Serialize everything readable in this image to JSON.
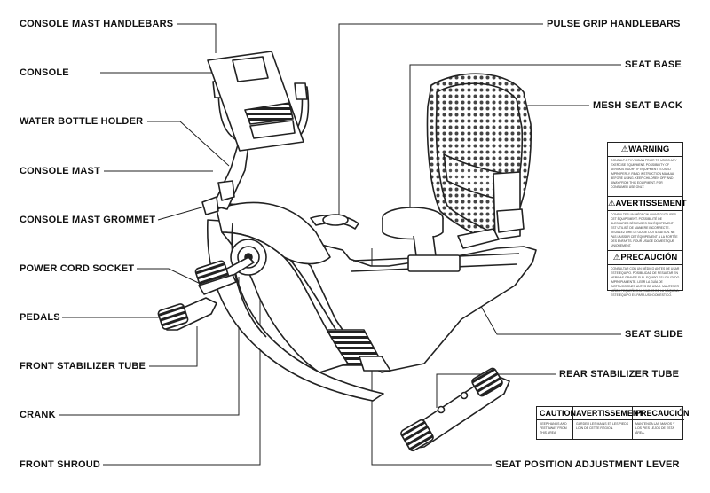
{
  "labels": {
    "console_mast_handlebars": "CONSOLE MAST HANDLEBARS",
    "console": "CONSOLE",
    "water_bottle_holder": "WATER BOTTLE HOLDER",
    "console_mast": "CONSOLE MAST",
    "console_mast_grommet": "CONSOLE MAST GROMMET",
    "power_cord_socket": "POWER CORD SOCKET",
    "pedals": "PEDALS",
    "front_stabilizer_tube": "FRONT STABILIZER TUBE",
    "crank": "CRANK",
    "front_shroud": "FRONT SHROUD",
    "pulse_grip_handlebars": "PULSE GRIP HANDLEBARS",
    "seat_base": "SEAT BASE",
    "mesh_seat_back": "MESH SEAT BACK",
    "seat_slide": "SEAT SLIDE",
    "rear_stabilizer_tube": "REAR STABILIZER TUBE",
    "seat_position_adjustment_lever": "SEAT POSITION ADJUSTMENT LEVER"
  },
  "warning_label": {
    "warning": "WARNING",
    "warning_text": "CONSULT A PHYSICIAN PRIOR TO USING ANY EXERCISE EQUIPMENT. POSSIBILITY OF SERIOUS INJURY IF EQUIPMENT IS USED IMPROPERLY. READ INSTRUCTION MANUAL BEFORE USING. KEEP CHILDREN OFF AND AWAY FROM THIS EQUIPMENT. FOR CONSUMER USE ONLY.",
    "avertissement": "AVERTISSEMENT",
    "avertissement_text": "CONSULTER UN MÉDECIN AVANT D'UTILISER CET ÉQUIPEMENT. POSSIBILITÉ DE BLESSURES SÉRIEUSES SI L'ÉQUIPEMENT EST UTILISÉ DE MANIÈRE INCORRECTE. VEUILLEZ LIRE LE GUIDE D'UTILISATION. NE PAS LAISSER CET ÉQUIPEMENT À LA PORTÉE DES ENFANTS. POUR USAGE DOMESTIQUE UNIQUEMENT.",
    "precaucion": "PRECAUCIÓN",
    "precaucion_text": "CONSULTAR CON UN MÉDICO ANTES DE USAR ESTE EQUIPO. POSIBILIDAD DE RESULTAR EN HERIDAS GRAVES SI EL EQUIPO ES UTILIZADO IMPROPIAMENTE. LEER LA GUÍA DE INSTRUCCIONES ANTES DE USAR. MANTENER NIÑOS PEQUEÑOS ALEJADOS DE LA MÁQUINA. ESTE EQUIPO ES PARA USO DOMÉSTICO."
  },
  "caution_table": {
    "caution": "CAUTION",
    "caution_text": "KEEP HANDS AND FEET AWAY FROM THIS AREA.",
    "avertissement": "AVERTISSEMENT",
    "avertissement_text": "GARDER LES MAINS ET LES PIEDS LOIN DE CETTE RÉGION.",
    "precaucion": "PRECAUCIÓN",
    "precaucion_text": "MANTENGA LAS MANOS Y LOS PIES LEJOS DE ESTA ÁREA."
  }
}
